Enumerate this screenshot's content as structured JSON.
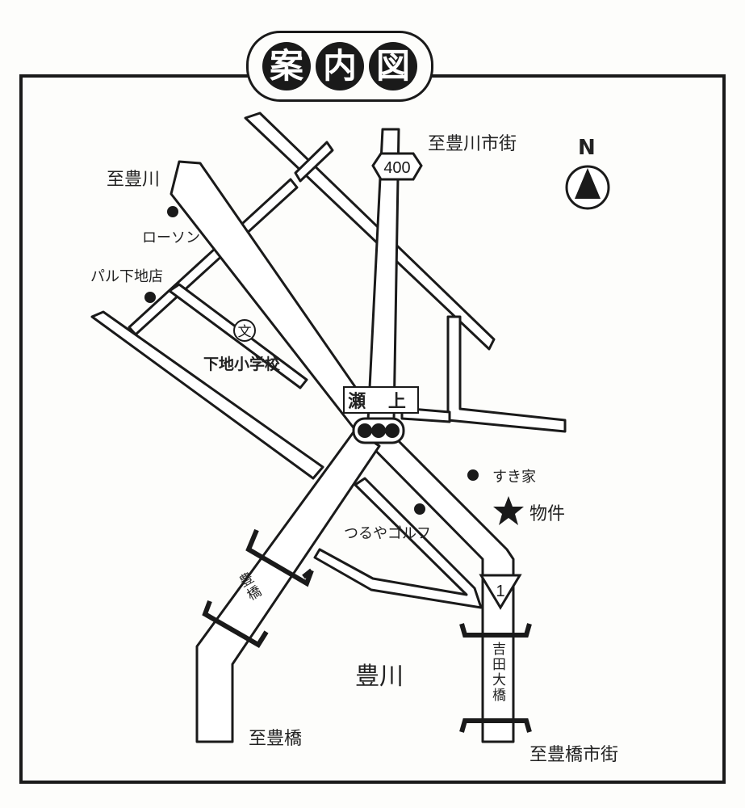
{
  "title": [
    "案",
    "内",
    "図"
  ],
  "compass": {
    "letter": "N"
  },
  "route_signs": {
    "route_400": "400",
    "route_1": "1"
  },
  "intersection": {
    "name": "瀬 上"
  },
  "labels": {
    "to_toyokawa_city": "至豊川市街",
    "to_toyokawa": "至豊川",
    "lawson": "ローソン",
    "pal_shimoji": "パル下地店",
    "school_symbol": "文",
    "school": "下地小学校",
    "sukiya": "すき家",
    "property": "物件",
    "tsuruya_golf": "つるやゴルフ",
    "toyobashi": "豊橋",
    "toyokawa_river": "豊川",
    "yoshida_ohashi": "吉田大橋",
    "to_toyohashi": "至豊橋",
    "to_toyohashi_city": "至豊橋市街"
  },
  "colors": {
    "ink": "#1a1a1a",
    "road_fill": "#ffffff",
    "background": "#fdfdfb"
  }
}
